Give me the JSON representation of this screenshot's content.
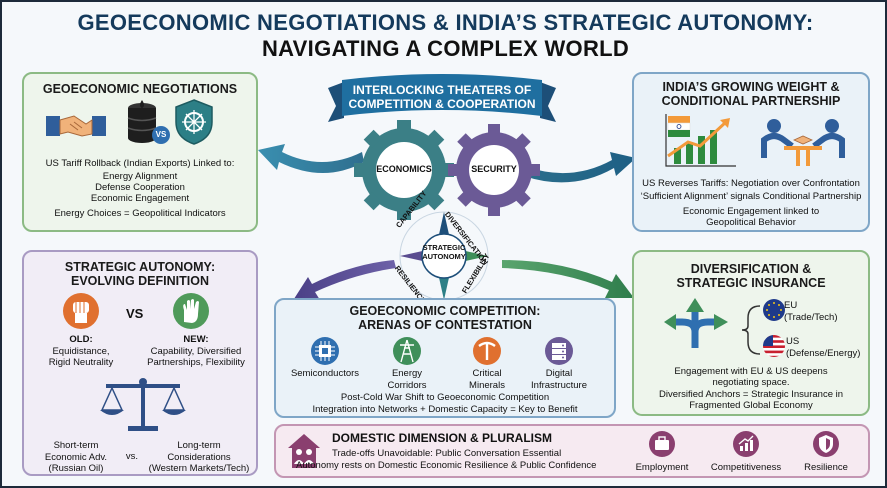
{
  "title": {
    "line1": "GEOECONOMIC NEGOTIATIONS & INDIA’S STRATEGIC AUTONOMY:",
    "line2": "NAVIGATING A COMPLEX WORLD"
  },
  "banner": {
    "line1": "INTERLOCKING THEATERS OF",
    "line2": "COMPETITION & COOPERATION"
  },
  "gears": {
    "left": "ECONOMICS",
    "right": "SECURITY"
  },
  "compass": {
    "center1": "STRATEGIC",
    "center2": "AUTONOMY",
    "top_left": "CAPABILITY",
    "top_right": "DIVERSIFICATION",
    "bottom_left": "RESILIENCE",
    "bottom_right": "FLEXIBILITY"
  },
  "geo_neg": {
    "title": "GEOECONOMIC NEGOTIATIONS",
    "vs": "VS",
    "line1": "US Tariff Rollback (Indian Exports) Linked to:",
    "line2": "Energy Alignment",
    "line3": "Defense Cooperation",
    "line4": "Economic Engagement",
    "line5": "Energy Choices = Geopolitical Indicators"
  },
  "india": {
    "title1": "INDIA’S GROWING WEIGHT &",
    "title2": "CONDITIONAL PARTNERSHIP",
    "line1": "US Reverses Tariffs: Negotiation over Confrontation",
    "line2": "‘Sufficient Alignment’ signals Conditional Partnership",
    "line3": "Economic Engagement linked to",
    "line4": "Geopolitical Behavior"
  },
  "strategic": {
    "title1": "STRATEGIC AUTONOMY:",
    "title2": "EVOLVING DEFINITION",
    "vs": "VS",
    "old_label": "OLD:",
    "old_text1": "Equidistance,",
    "old_text2": "Rigid Neutrality",
    "new_label": "NEW:",
    "new_text1": "Capability, Diversified",
    "new_text2": "Partnerships, Flexibility",
    "short1": "Short-term",
    "short2": "Economic Adv.",
    "short3": "(Russian Oil)",
    "vs2": "vs.",
    "long1": "Long-term",
    "long2": "Considerations",
    "long3": "(Western Markets/Tech)"
  },
  "competition": {
    "title1": "GEOECONOMIC COMPETITION:",
    "title2": "ARENAS OF CONTESTATION",
    "arenas": [
      {
        "label1": "Semiconductors",
        "label2": ""
      },
      {
        "label1": "Energy",
        "label2": "Corridors"
      },
      {
        "label1": "Critical",
        "label2": "Minerals"
      },
      {
        "label1": "Digital",
        "label2": "Infrastructure"
      }
    ],
    "line1": "Post-Cold War Shift to Geoeconomic Competition",
    "line2": "Integration into Networks + Domestic Capacity = Key to Benefit"
  },
  "diversification": {
    "title1": "DIVERSIFICATION &",
    "title2": "STRATEGIC INSURANCE",
    "eu1": "EU",
    "eu2": "(Trade/Tech)",
    "us1": "US",
    "us2": "(Defense/Energy)",
    "line1": "Engagement with EU & US deepens",
    "line2": "negotiating space.",
    "line3": "Diversified Anchors = Strategic Insurance in",
    "line4": "Fragmented Global Economy"
  },
  "domestic": {
    "title": "DOMESTIC DIMENSION & PLURALISM",
    "line1": "Trade-offs Unavoidable: Public Conversation Essential",
    "line2": "Autonomy rests on Domestic Economic Resilience & Public Confidence",
    "items": [
      "Employment",
      "Competitiveness",
      "Resilience"
    ]
  },
  "colors": {
    "navy": "#143a5c",
    "teal": "#2a8a8f",
    "green_arrow": "#3f8f5a",
    "purple_arrow": "#5a4c8f",
    "gear_teal": "#3b7f86",
    "gear_purple": "#6b5a96"
  }
}
